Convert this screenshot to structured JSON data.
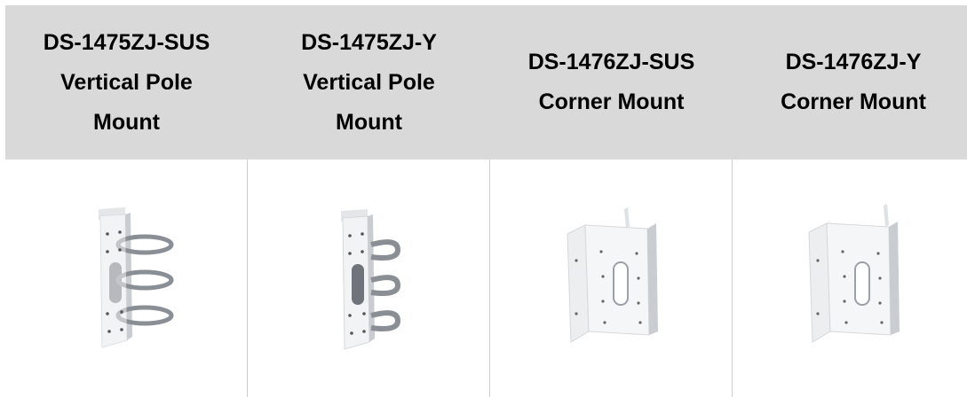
{
  "table": {
    "columns": [
      {
        "model": "DS-1475ZJ-SUS",
        "name_line1": "Vertical Pole",
        "name_line2": "Mount",
        "image": "vertical-pole-mount-bracket"
      },
      {
        "model": "DS-1475ZJ-Y",
        "name_line1": "Vertical Pole",
        "name_line2": "Mount",
        "image": "vertical-pole-mount-bracket"
      },
      {
        "model": "DS-1476ZJ-SUS",
        "name_line1": "Corner Mount",
        "image": "corner-mount-bracket"
      },
      {
        "model": "DS-1476ZJ-Y",
        "name_line1": "Corner Mount",
        "image": "corner-mount-bracket"
      }
    ]
  },
  "colors": {
    "header_bg": "#d9d9d9",
    "grid_line": "#cfcfcf",
    "bracket_fill": "#f2f3f4",
    "bracket_shadow": "#c9ccd0",
    "strap_metal": "#8a8f95"
  }
}
